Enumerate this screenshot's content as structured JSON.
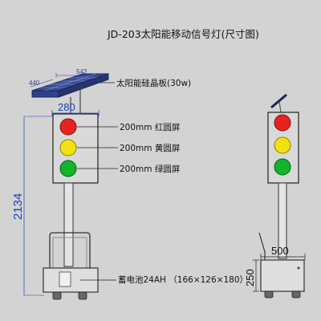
{
  "title": "JD-203太阳能移动信号灯(尺寸图)",
  "labels": {
    "solar_panel": "太阳能硅晶板(30w)",
    "red": "200mm 红圆屏",
    "yellow": "200mm 黄圆屏",
    "green": "200mm 绿圆屏",
    "battery": "蓄电池24AH （166×126×180）"
  },
  "dimensions": {
    "panel_width": "542",
    "panel_depth": "440",
    "head_width": "280",
    "total_height": "2134",
    "base_width": "500",
    "base_height": "250"
  },
  "colors": {
    "red": "#e8231f",
    "yellow": "#f3e20f",
    "green": "#12b52a",
    "panel": "#2f3f8f",
    "dim_blue": "#1a3fb8"
  }
}
